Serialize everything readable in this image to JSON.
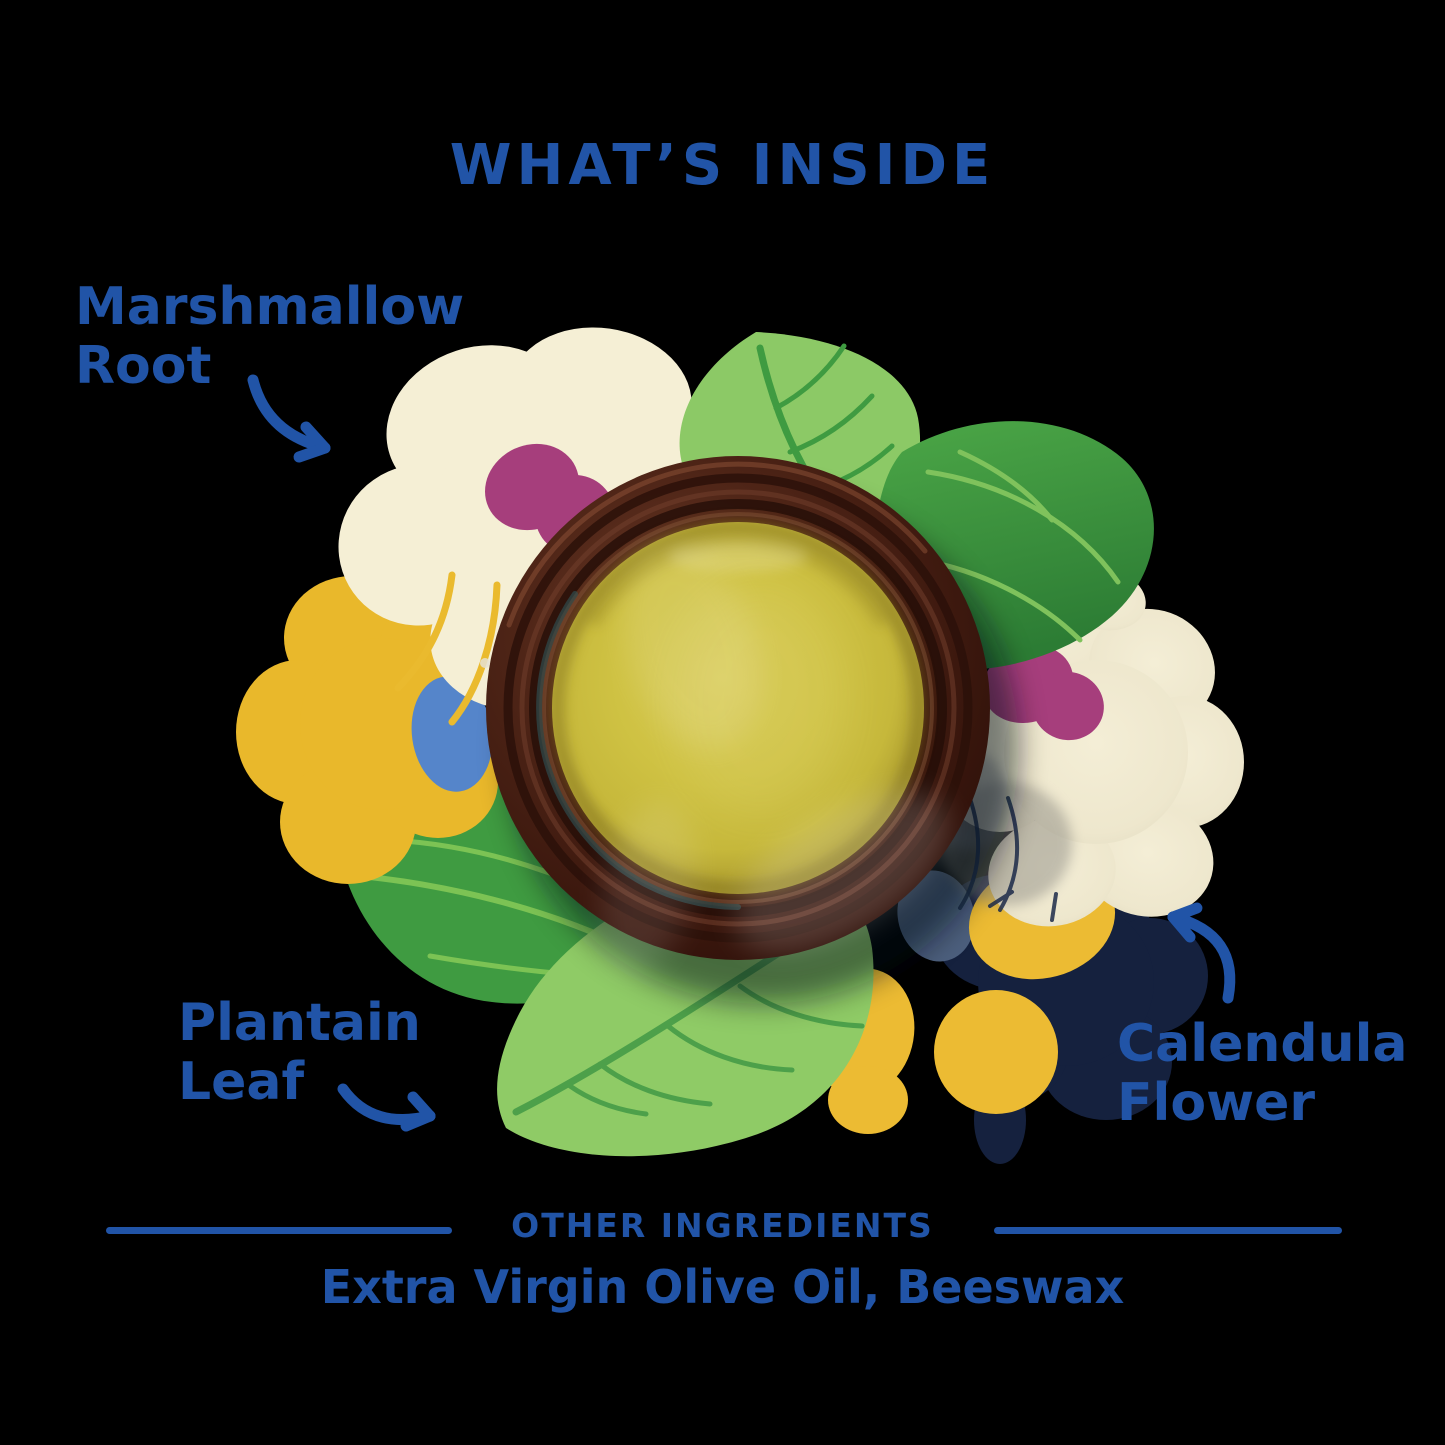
{
  "page": {
    "title": "WHAT’S INSIDE"
  },
  "callouts": {
    "marshmallow_root": {
      "line1": "Marshmallow",
      "line2": "Root"
    },
    "plantain_leaf": {
      "line1": "Plantain",
      "line2": "Leaf"
    },
    "calendula_flower": {
      "line1": "Calendula",
      "line2": "Flower"
    }
  },
  "footer": {
    "heading": "OTHER INGREDIENTS",
    "ingredients": "Extra Virgin Olive Oil, Beeswax"
  },
  "illustration": {
    "center": "open amber glass jar of yellow herbal salve, seen from above",
    "elements": [
      "cream marshmallow flower",
      "green plantain leaves",
      "cream calendula flower",
      "yellow flowers",
      "blue flower",
      "navy flower"
    ]
  },
  "colors": {
    "background": "#000000",
    "text_blue": "#2154A7",
    "cream_flower": "#F5EFD5",
    "magenta_petal": "#A63E7C",
    "leaf_light_green": "#8FCB66",
    "leaf_dark_green": "#3F9B41",
    "flower_yellow": "#E9B82B",
    "flower_blue": "#5585CA",
    "flower_navy": "#15213E",
    "jar_brown": "#401A10",
    "salve_yellow": "#CFC243"
  }
}
